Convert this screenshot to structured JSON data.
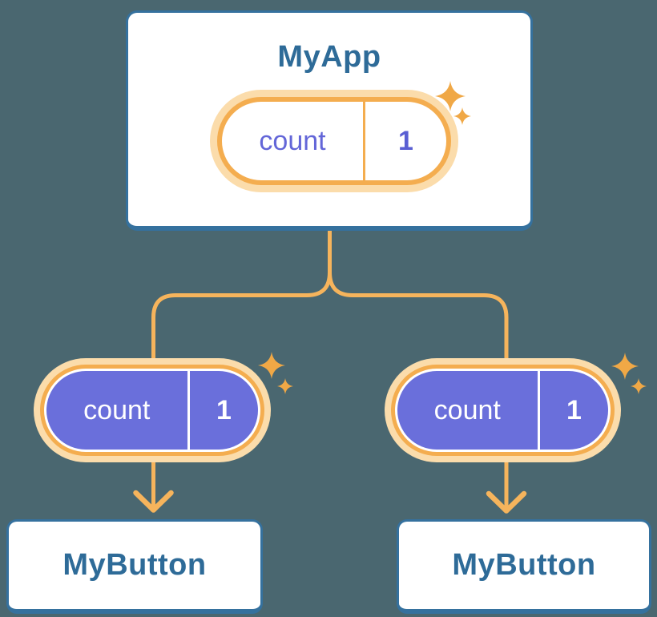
{
  "colors": {
    "background": "#4a6770",
    "card_background": "#ffffff",
    "card_border": "#35719e",
    "heading_text": "#2e6b98",
    "orange_ring": "#f4ad4f",
    "orange_pale": "#fbdcab",
    "connector_line": "#f6b45c",
    "sparkle": "#f0a846",
    "purple_fill": "#6a6fdb",
    "purple_state_text": "#6366d8",
    "state_text_on_purple": "#ffffff"
  },
  "root": {
    "title": "MyApp",
    "state": {
      "name": "count",
      "value": "1"
    }
  },
  "children": [
    {
      "title": "MyButton",
      "state": {
        "name": "count",
        "value": "1"
      }
    },
    {
      "title": "MyButton",
      "state": {
        "name": "count",
        "value": "1"
      }
    }
  ]
}
